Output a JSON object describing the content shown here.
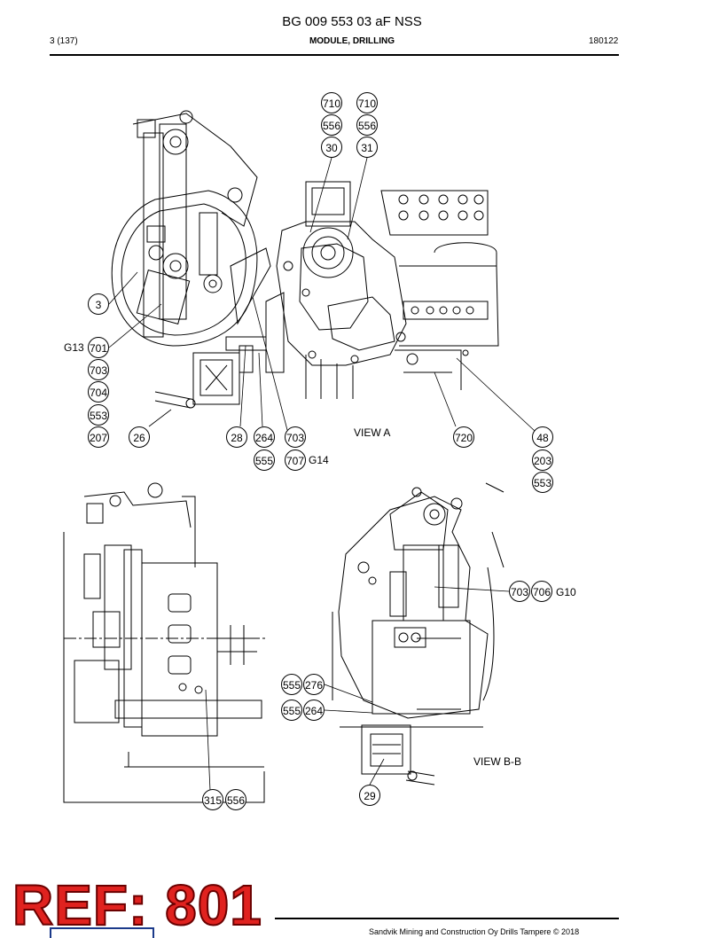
{
  "header": {
    "title": "BG 009 553 03 aF NSS",
    "page": "3 (137)",
    "section": "MODULE, DRILLING",
    "date": "180122"
  },
  "views": {
    "view_a": "VIEW A",
    "view_bb": "VIEW B-B"
  },
  "callouts": {
    "c710a": "710",
    "c710b": "710",
    "c556a": "556",
    "c556b": "556",
    "c30": "30",
    "c31": "31",
    "c3": "3",
    "c701": "701",
    "c703a": "703",
    "c704": "704",
    "c553a": "553",
    "c207": "207",
    "c26": "26",
    "c28": "28",
    "c264a": "264",
    "c703b": "703",
    "c555a": "555",
    "c707": "707",
    "c720": "720",
    "c48": "48",
    "c203": "203",
    "c553b": "553",
    "c703c": "703",
    "c706": "706",
    "c555b": "555",
    "c276": "276",
    "c555c": "555",
    "c264b": "264",
    "c29": "29",
    "c315": "315",
    "c556c": "556"
  },
  "tags": {
    "g13": "G13",
    "g14": "G14",
    "g10": "G10"
  },
  "stamp": "REF: 801",
  "footer": {
    "copyright": "Sandvik Mining and Construction Oy Drills Tampere © 2018"
  }
}
